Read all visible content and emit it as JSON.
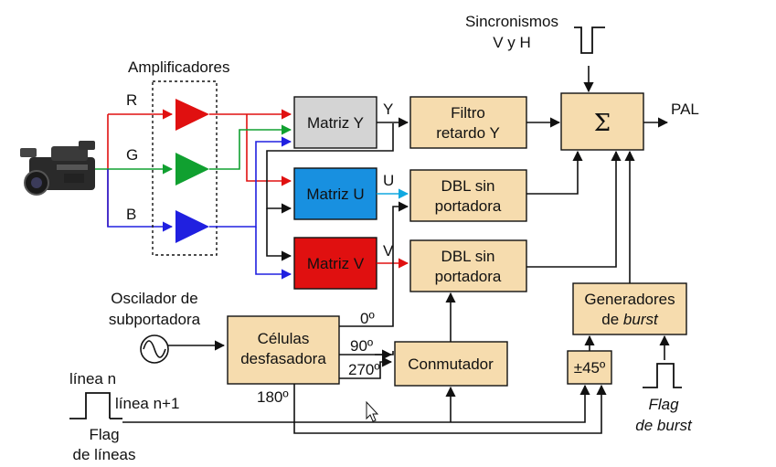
{
  "diagram": {
    "input_labels": {
      "r": "R",
      "g": "G",
      "b": "B"
    },
    "amplifiers_label": "Amplificadores",
    "blocks": {
      "matriz_y": "Matriz Y",
      "matriz_u": "Matriz U",
      "matriz_v": "Matriz V",
      "filtro_l1": "Filtro",
      "filtro_l2": "retardo Y",
      "dbl_u_l1": "DBL sin",
      "dbl_u_l2": "portadora",
      "dbl_v_l1": "DBL sin",
      "dbl_v_l2": "portadora",
      "sum_symbol": "Σ",
      "celulas_l1": "Células",
      "celulas_l2": "desfasadora",
      "conmutador": "Conmutador",
      "generadores_l1": "Generadores",
      "generadores_l2_pre": "de ",
      "generadores_l2_it": "burst",
      "pm45": "±45º"
    },
    "signals": {
      "y": "Y",
      "u": "U",
      "v": "V",
      "pal": "PAL"
    },
    "sync_l1": "Sincronismos",
    "sync_l2": "V y H",
    "oscillator_l1": "Oscilador de",
    "oscillator_l2": "subportadora",
    "phases": {
      "p0": "0º",
      "p90": "90º",
      "p270": "270º",
      "p180": "180º"
    },
    "linea_n": "línea n",
    "linea_n1": "línea n+1",
    "flag_lineas_l1": "Flag",
    "flag_lineas_l2": "de líneas",
    "flag_burst_l1": "Flag",
    "flag_burst_l2": "de burst",
    "colors": {
      "red": "#e01010",
      "green": "#10a030",
      "blue": "#2020e0",
      "cyan": "#10a8e0",
      "block_tan": "#f6dcae",
      "matriz_y_fill": "#d4d4d4",
      "matriz_u_fill": "#1890e0",
      "matriz_v_fill": "#e01010"
    }
  }
}
